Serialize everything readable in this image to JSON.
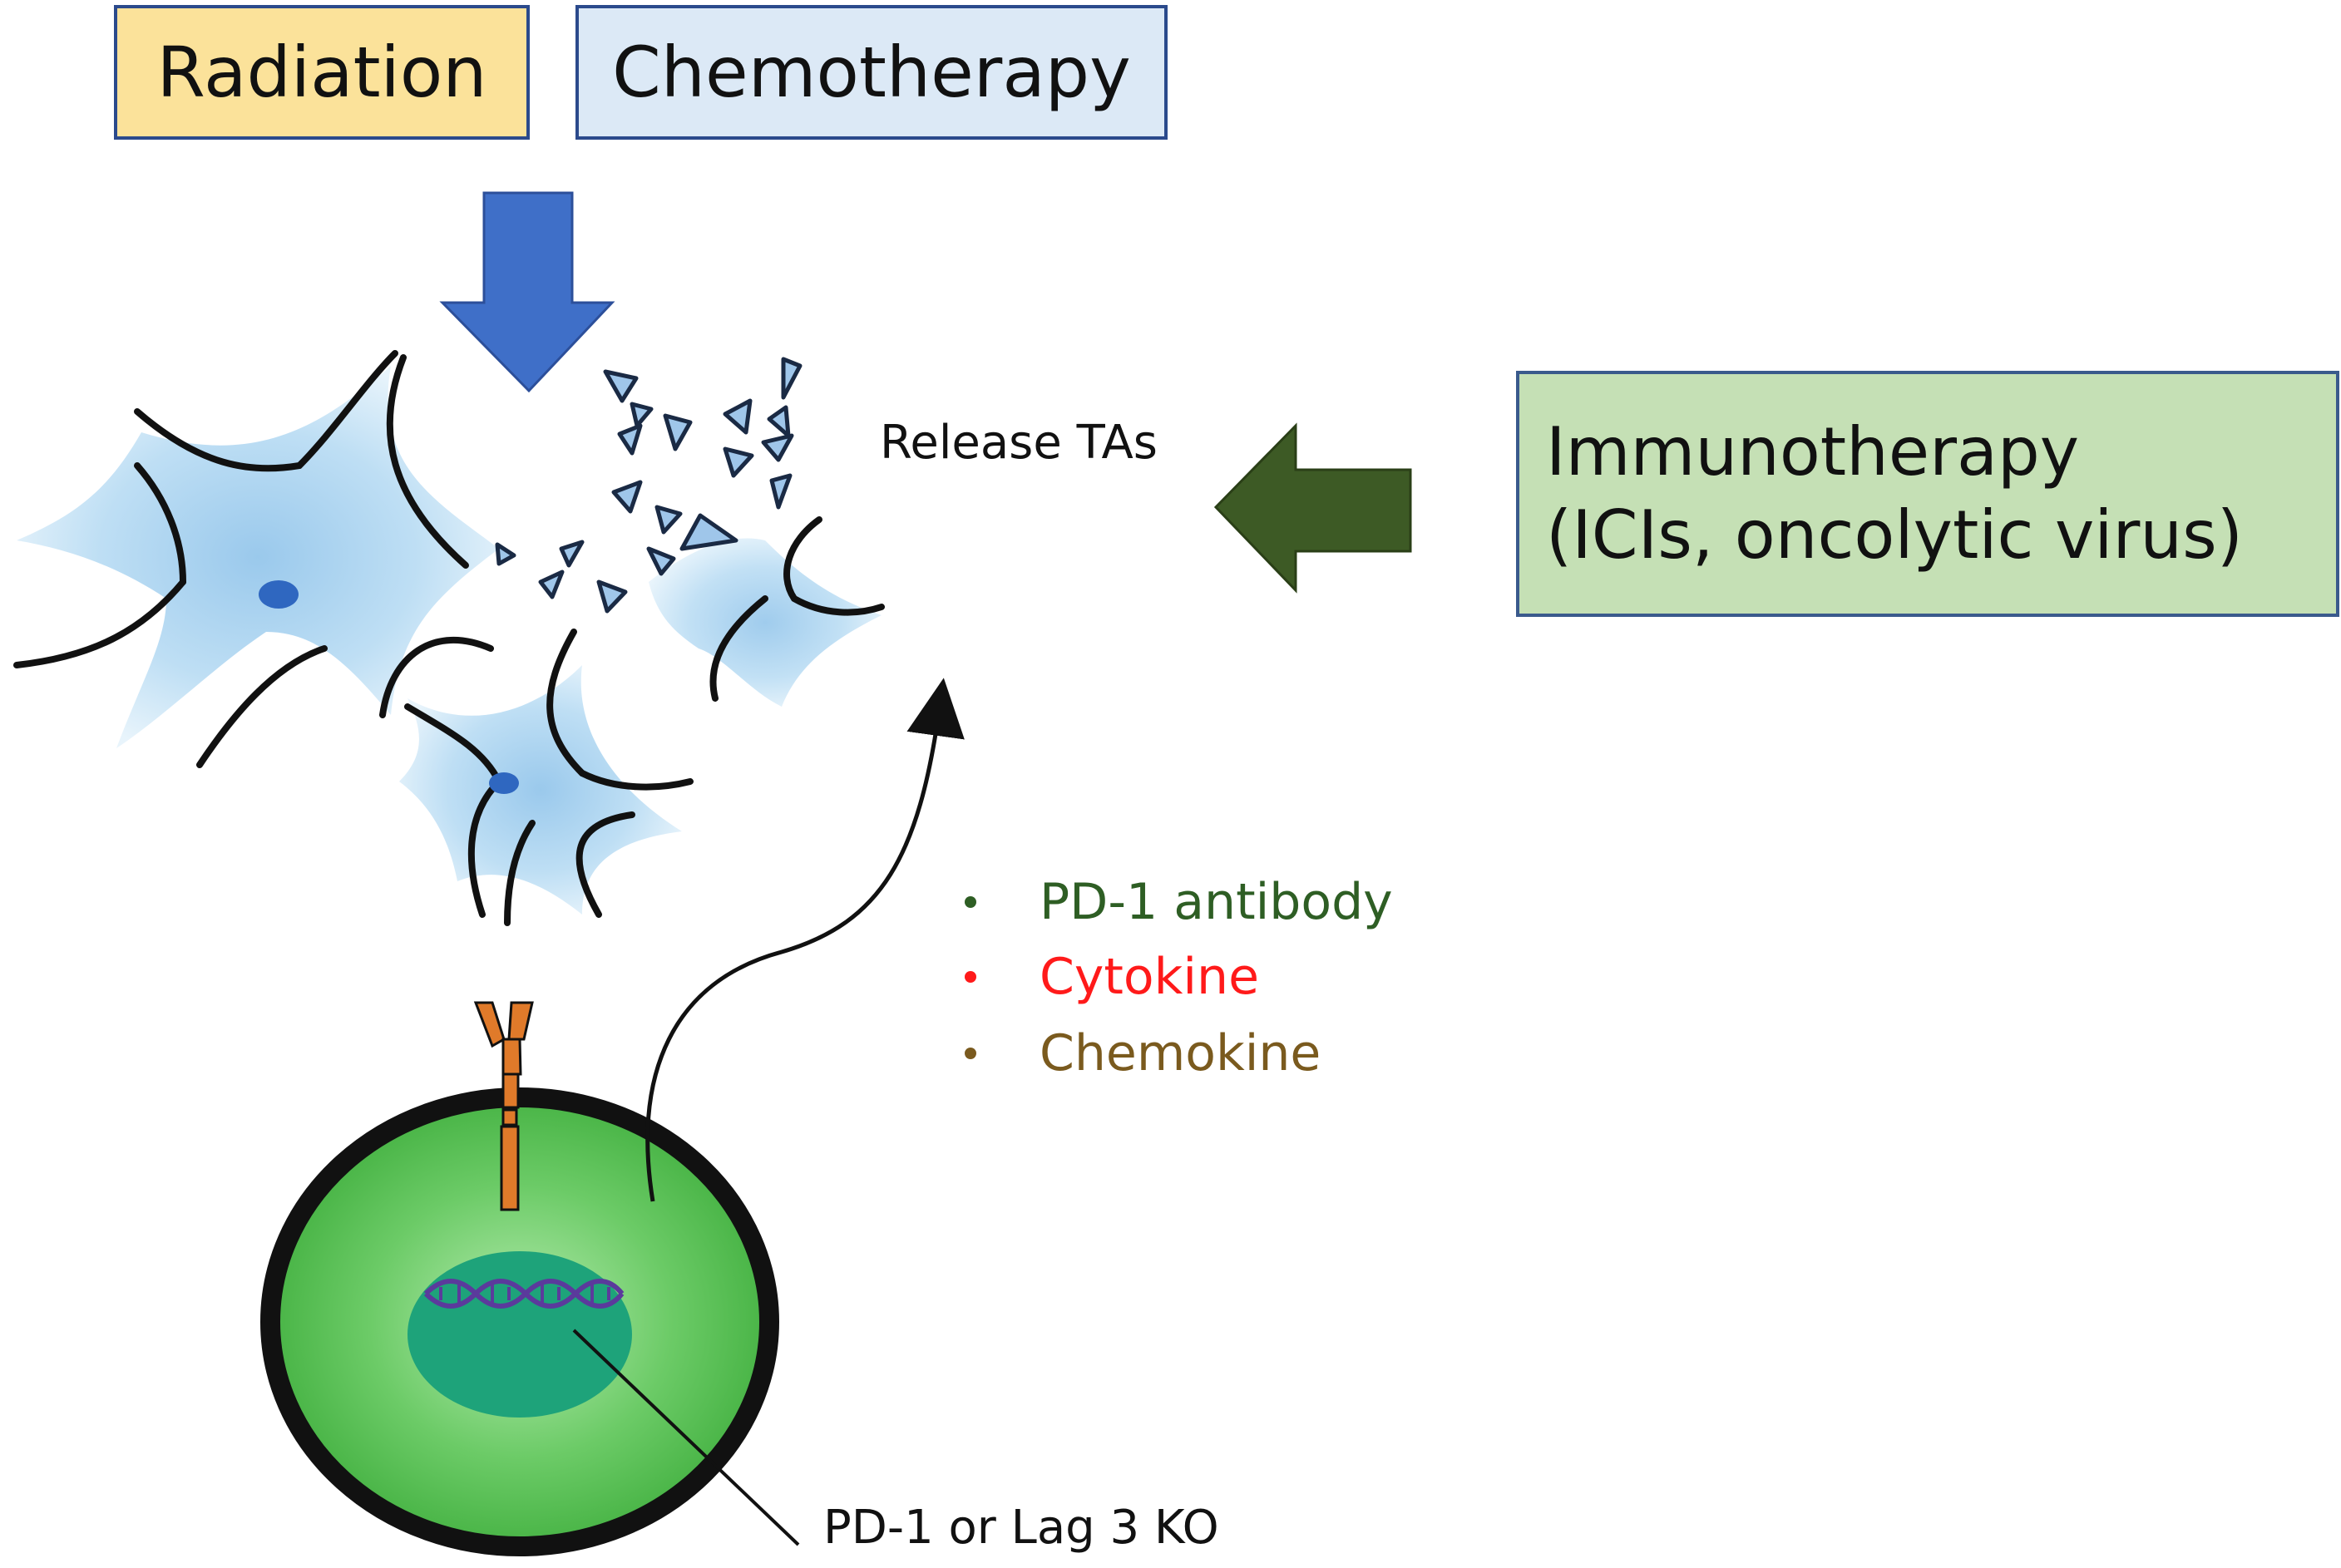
{
  "treatments": {
    "radiation": "Radiation",
    "chemotherapy": "Chemotherapy"
  },
  "immunotherapy": {
    "line1": "Immunotherapy",
    "line2": "(ICIs, oncolytic virus)"
  },
  "release_label": "Release TAs",
  "secreted_factors": [
    {
      "label": "PD-1 antibody",
      "color": "#2e5e24"
    },
    {
      "label": "Cytokine",
      "color": "#ff1a1a"
    },
    {
      "label": "Chemokine",
      "color": "#7a5a1e"
    }
  ],
  "knockout_label": "PD-1 or Lag 3 KO",
  "colors": {
    "down_arrow": "#3f6fc8",
    "left_arrow": "#3d5a25",
    "tumor_cell": "#a9d2ee",
    "tumor_nucleus": "#2f67c0",
    "t_cell": "#5dc25a",
    "t_cell_nucleus": "#1ea37a",
    "receptor": "#e07a2a",
    "dna": "#5b3a9c"
  }
}
